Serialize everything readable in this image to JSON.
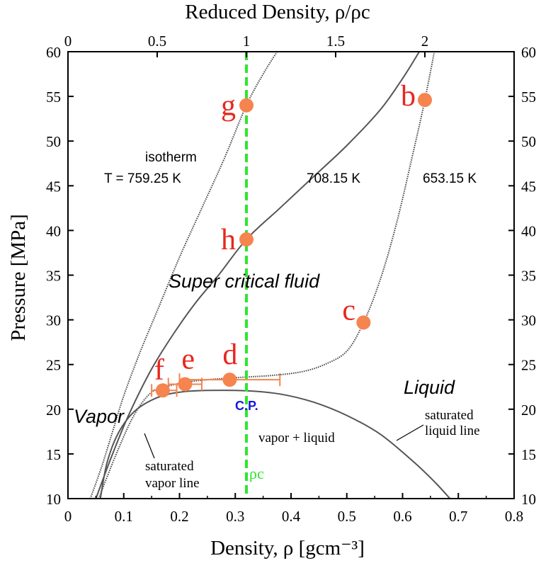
{
  "chart_data": {
    "type": "line",
    "title": "",
    "xlabel": "Density,  ρ   [gcm⁻³]",
    "ylabel": "Pressure [MPa]",
    "x2label": "Reduced Density,   ρ/ρc",
    "xlim": [
      0,
      0.8
    ],
    "ylim": [
      10,
      60
    ],
    "x2lim": [
      0,
      2.5
    ],
    "xticks": [
      "0",
      "0.1",
      "0.2",
      "0.3",
      "0.4",
      "0.5",
      "0.6",
      "0.7",
      "0.8"
    ],
    "yticks": [
      "10",
      "15",
      "20",
      "25",
      "30",
      "35",
      "40",
      "45",
      "50",
      "55",
      "60"
    ],
    "x2ticks": [
      "0",
      "0.5",
      "1",
      "1.5",
      "2"
    ],
    "critical_density": 0.32,
    "series": [
      {
        "name": "T = 759.25 K",
        "style": "dotted",
        "x": [
          0.04,
          0.06,
          0.08,
          0.1,
          0.13,
          0.16,
          0.2,
          0.24,
          0.28,
          0.32,
          0.35,
          0.375
        ],
        "y": [
          10,
          13.5,
          17.5,
          21.5,
          26.5,
          31,
          37,
          42.5,
          48,
          54,
          57.5,
          60
        ]
      },
      {
        "name": "708.15 K",
        "style": "solid",
        "x": [
          0.05,
          0.08,
          0.11,
          0.15,
          0.19,
          0.23,
          0.27,
          0.32,
          0.38,
          0.44,
          0.5,
          0.56,
          0.6,
          0.63
        ],
        "y": [
          10,
          15,
          19.5,
          24.5,
          28.5,
          32,
          35,
          39,
          42.5,
          46,
          49.5,
          53.5,
          57,
          60
        ]
      },
      {
        "name": "653.15 K",
        "style": "dotted",
        "x": [
          0.055,
          0.09,
          0.12,
          0.15,
          0.18,
          0.22,
          0.27,
          0.32,
          0.37,
          0.42,
          0.46,
          0.5,
          0.53,
          0.56,
          0.59,
          0.62,
          0.64,
          0.66
        ],
        "y": [
          10,
          15.5,
          19.5,
          21.9,
          22.6,
          23.1,
          23.4,
          23.6,
          23.8,
          24.2,
          25,
          26.5,
          29.7,
          34.5,
          41,
          49,
          54.6,
          61
        ]
      },
      {
        "name": "saturated vapor line / saturated liquid line",
        "style": "solid",
        "x": [
          0.058,
          0.07,
          0.09,
          0.12,
          0.16,
          0.2,
          0.25,
          0.32,
          0.38,
          0.44,
          0.5,
          0.56,
          0.62,
          0.66,
          0.685
        ],
        "y": [
          10,
          14,
          17.3,
          19.8,
          21.3,
          21.9,
          22.1,
          22.06,
          21.7,
          20.8,
          19.3,
          17.2,
          14.1,
          11.7,
          10
        ]
      }
    ],
    "points": [
      {
        "label": "b",
        "x": 0.64,
        "y": 54.6
      },
      {
        "label": "c",
        "x": 0.53,
        "y": 29.7
      },
      {
        "label": "d",
        "x": 0.29,
        "y": 23.3
      },
      {
        "label": "e",
        "x": 0.21,
        "y": 22.8
      },
      {
        "label": "f",
        "x": 0.17,
        "y": 22.1
      },
      {
        "label": "g",
        "x": 0.32,
        "y": 54.0
      },
      {
        "label": "h",
        "x": 0.32,
        "y": 39.0
      }
    ],
    "error_bars": [
      {
        "x": 0.29,
        "y": 23.3,
        "xmin": 0.2,
        "xmax": 0.38
      },
      {
        "x": 0.21,
        "y": 22.8,
        "xmin": 0.18,
        "xmax": 0.24
      },
      {
        "x": 0.17,
        "y": 22.1,
        "xmin": 0.15,
        "xmax": 0.195
      }
    ],
    "annotations": {
      "isotherm": "isotherm",
      "t759": "T = 759.25 K",
      "t708": "708.15 K",
      "t653": "653.15 K",
      "supercritical": "Super critical fluid",
      "liquid": "Liquid",
      "vapor": "Vapor",
      "cp": "C.P.",
      "vapor_liquid": "vapor + liquid",
      "sat_liquid_1": "saturated",
      "sat_liquid_2": "liquid line",
      "sat_vapor_1": "saturated",
      "sat_vapor_2": "vapor line",
      "rho_c": "ρc"
    },
    "grid": false,
    "colors": {
      "points": "#f5844f",
      "point_letters": "#e8261e",
      "critical_line": "#2ee62e",
      "cp_label": "#1818d8",
      "curves": "#555555"
    }
  }
}
